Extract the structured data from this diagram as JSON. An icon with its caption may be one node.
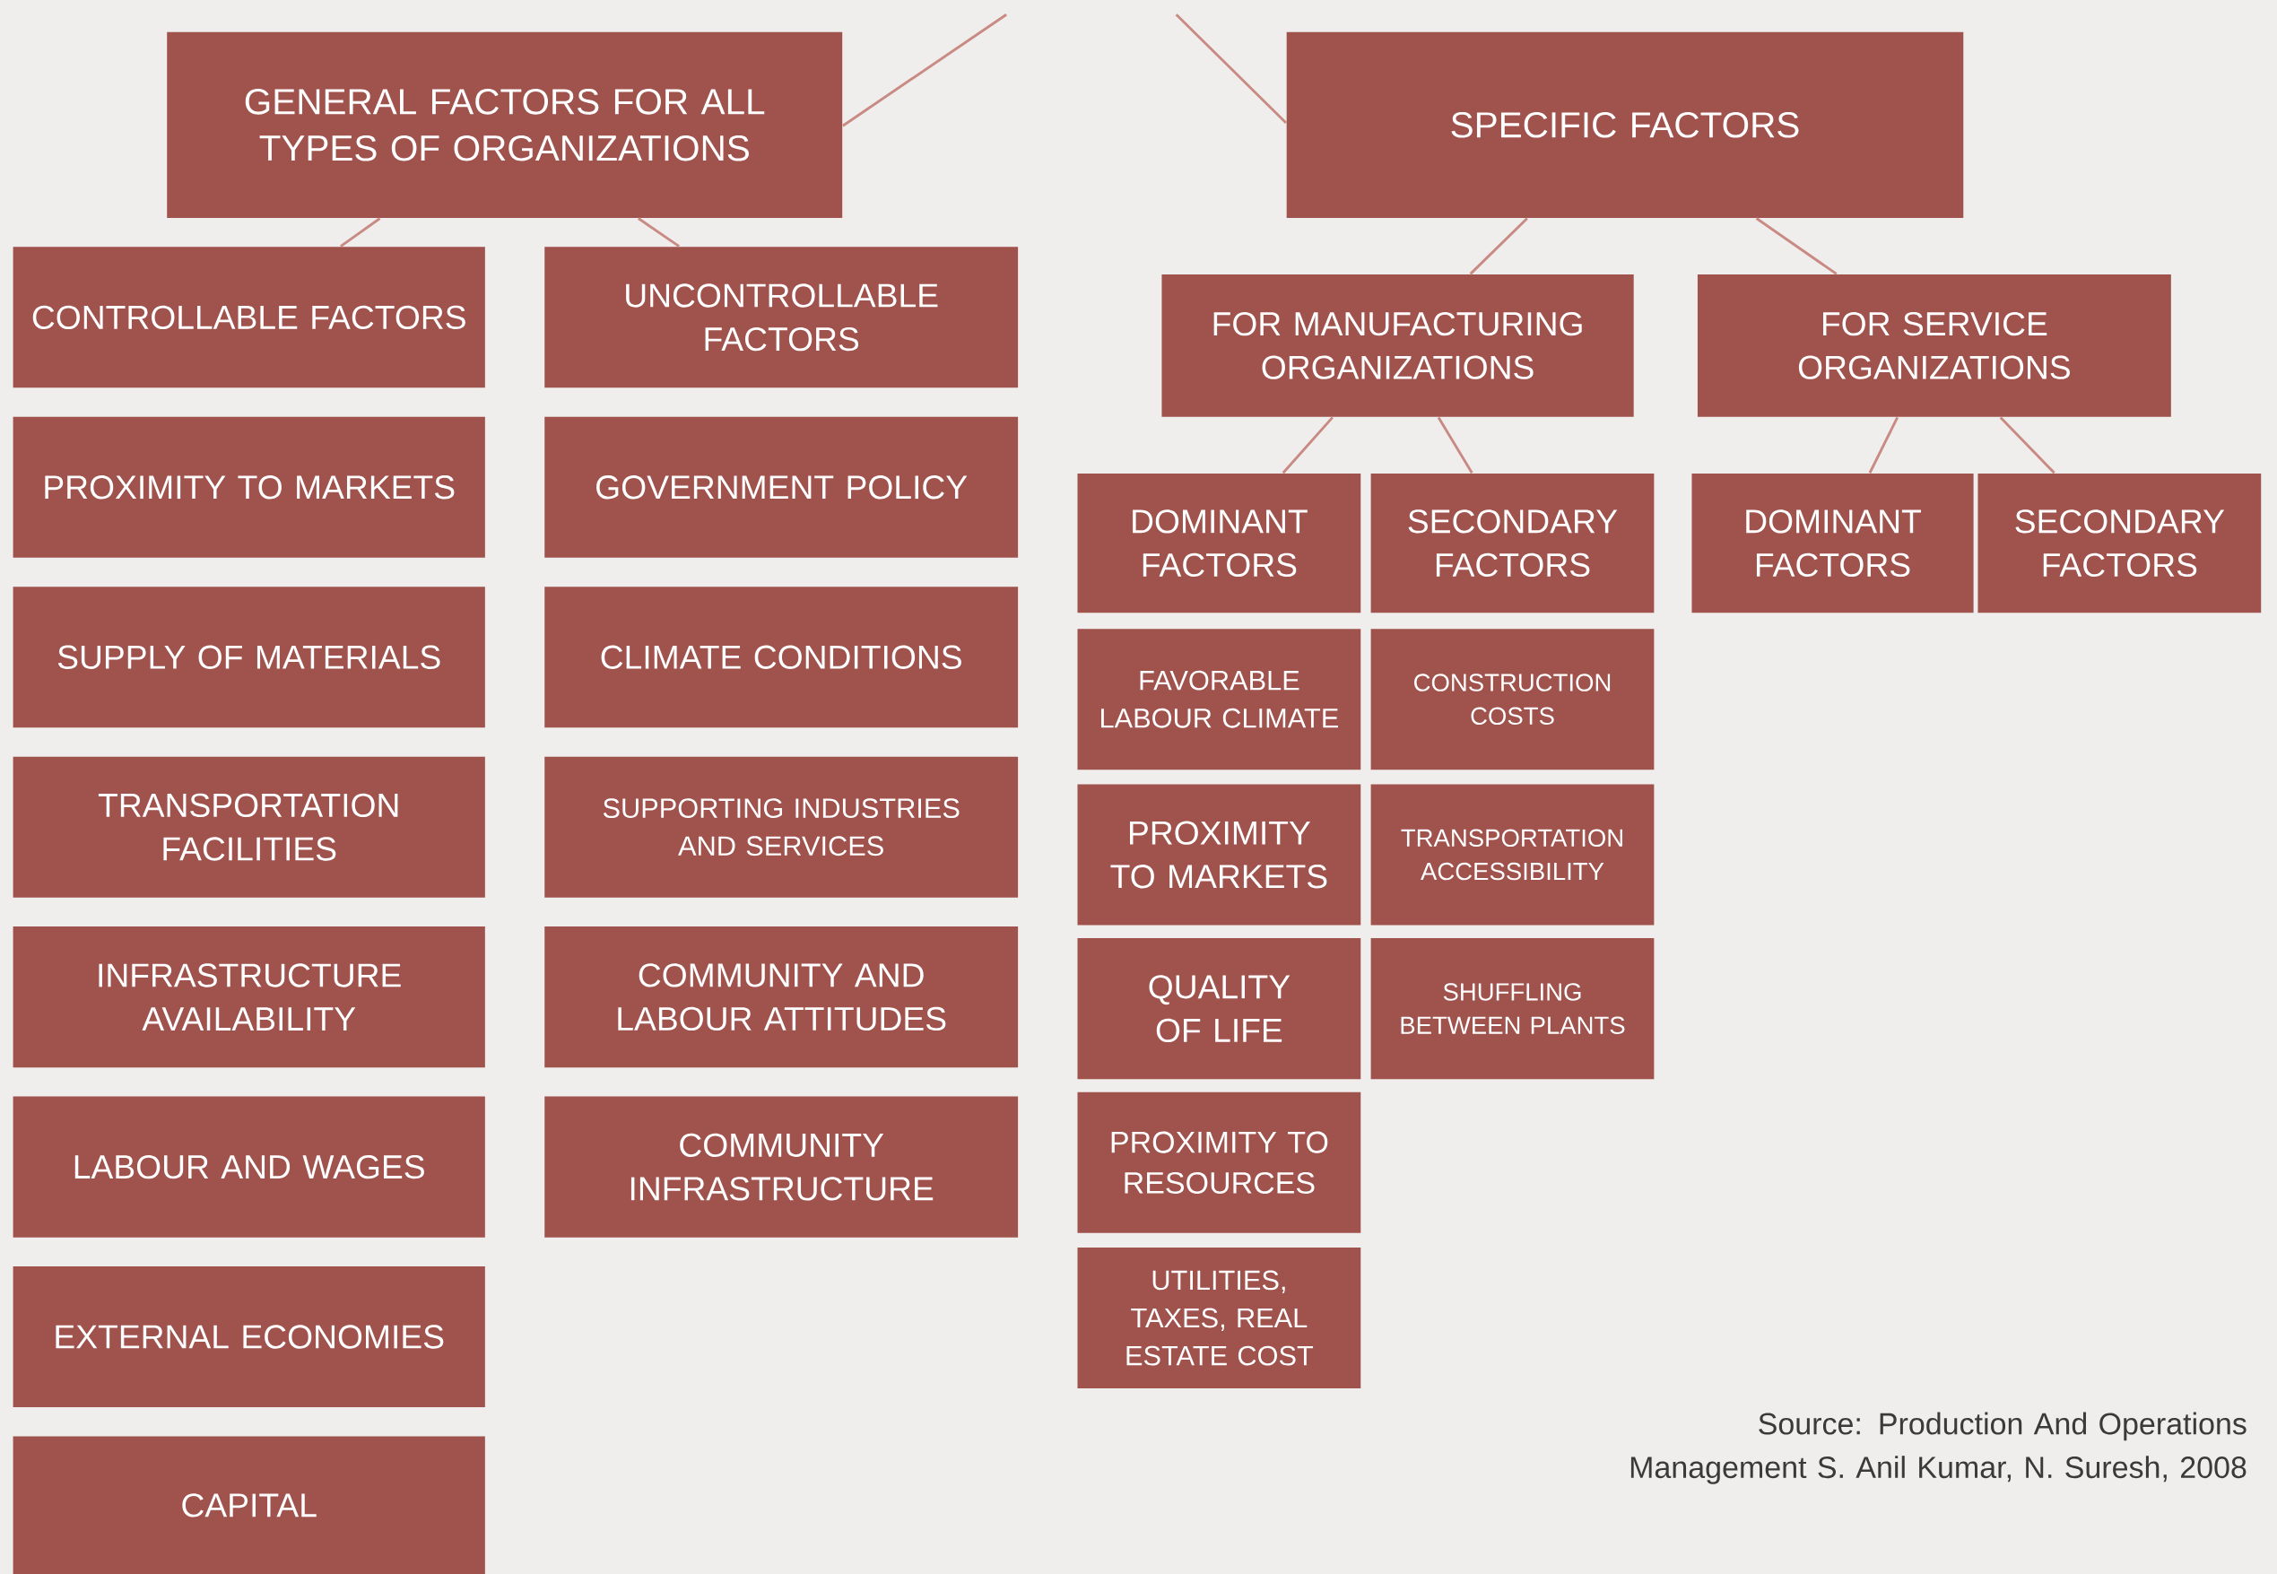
{
  "diagram": {
    "nodes": [
      {
        "text": [
          "GENERAL FACTORS FOR ALL TYPES OF ORGANIZATIONS"
        ]
      },
      {
        "text": [
          "SPECIFIC FACTORS"
        ]
      },
      {
        "text": [
          "CONTROLLABLE FACTORS"
        ]
      },
      {
        "text": [
          "UNCONTROLLABLE FACTORS"
        ]
      },
      {
        "text": [
          "FOR MANUFACTURING ORGANIZATIONS"
        ]
      },
      {
        "text": [
          "FOR SERVICE ORGANIZATIONS"
        ]
      },
      {
        "text": [
          "PROXIMITY TO MARKETS"
        ]
      },
      {
        "text": [
          "SUPPLY OF MATERIALS"
        ]
      },
      {
        "text": [
          "TRANSPORTATION FACILITIES"
        ]
      },
      {
        "text": [
          "INFRASTRUCTURE AVAILABILITY"
        ]
      },
      {
        "text": [
          "LABOUR AND WAGES"
        ]
      },
      {
        "text": [
          "EXTERNAL ECONOMIES"
        ]
      },
      {
        "text": [
          "CAPITAL"
        ]
      },
      {
        "text": [
          "GOVERNMENT POLICY"
        ]
      },
      {
        "text": [
          "CLIMATE CONDITIONS"
        ]
      },
      {
        "text": [
          "SUPPORTING INDUSTRIES AND SERVICES"
        ]
      },
      {
        "text": [
          "COMMUNITY AND LABOUR ATTITUDES"
        ]
      },
      {
        "text": [
          "COMMUNITY INFRASTRUCTURE"
        ]
      },
      {
        "text": [
          "DOMINANT FACTORS"
        ]
      },
      {
        "text": [
          "SECONDARY FACTORS"
        ]
      },
      {
        "text": [
          "DOMINANT FACTORS"
        ]
      },
      {
        "text": [
          "SECONDARY FACTORS"
        ]
      },
      {
        "text": [
          "FAVORABLE LABOUR CLIMATE"
        ]
      },
      {
        "text": [
          "PROXIMITY TO MARKETS"
        ]
      },
      {
        "text": [
          "QUALITY OF LIFE"
        ]
      },
      {
        "text": [
          "PROXIMITY TO RESOURCES"
        ]
      },
      {
        "text": [
          "UTILITIES, TAXES, REAL ESTATE COST"
        ]
      },
      {
        "text": [
          "CONSTRUCTION COSTS"
        ]
      },
      {
        "text": [
          "TRANSPORTATION ACCESSIBILITY"
        ]
      },
      {
        "text": [
          "SHUFFLING BETWEEN PLANTS"
        ]
      }
    ],
    "edges": [
      {
        "from": null,
        "to": 0,
        "arrow": "none"
      },
      {
        "from": null,
        "to": 1,
        "arrow": "none"
      },
      {
        "from": 0,
        "to": 2,
        "arrow": "none"
      },
      {
        "from": 0,
        "to": 3,
        "arrow": "none"
      },
      {
        "from": 1,
        "to": 4,
        "arrow": "none"
      },
      {
        "from": 1,
        "to": 5,
        "arrow": "none"
      },
      {
        "from": 4,
        "to": 18,
        "arrow": "none"
      },
      {
        "from": 4,
        "to": 19,
        "arrow": "none"
      },
      {
        "from": 5,
        "to": 20,
        "arrow": "none"
      },
      {
        "from": 5,
        "to": 21,
        "arrow": "none"
      }
    ],
    "labels": [
      "Source: Production And Operations Management S. Anil Kumar, N. Suresh, 2008"
    ]
  }
}
